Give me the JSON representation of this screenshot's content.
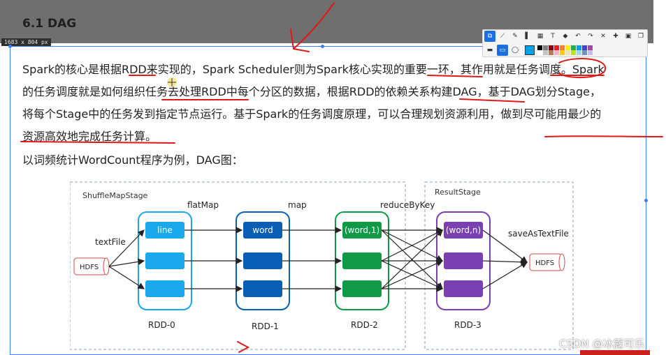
{
  "section_title": "6.1 DAG",
  "size_badge": "1683 x 804 px",
  "paragraph_lines": [
    "Spark的核心是根据RDD来实现的，Spark Scheduler则为Spark核心实现的重要一环，其作用就是任务调度。Spark",
    "的任务调度就是如何组织任务去处理RDD中每个分区的数据，根据RDD的依赖关系构建DAG，基于DAG划分Stage，",
    "将每个Stage中的任务发到指定节点运行。基于Spark的任务调度原理，可以合理规划资源利用，做到尽可能用最少的",
    "资源高效地完成任务计算。"
  ],
  "intro_line": "以词频统计WordCount程序为例，DAG图：",
  "toolbar": {
    "row1_icons": [
      "select-icon",
      "line-icon",
      "pen-icon",
      "marker-icon",
      "mosaic-icon",
      "text-icon",
      "eraser-icon",
      "undo-icon",
      "redo-icon",
      "close-icon",
      "pin-icon",
      "save-icon",
      "copy-icon"
    ],
    "row1_glyphs": [
      "⧉",
      "⟋",
      "✎",
      "▌",
      "▦",
      "T",
      "◆",
      "↶",
      "↷",
      "✕",
      "✚",
      "▣",
      "❐"
    ],
    "row2_glyphs": [
      "▬",
      "▭",
      "◯"
    ],
    "colors": [
      "#000000",
      "#7f7f7f",
      "#880015",
      "#ed1c24",
      "#ff7f27",
      "#fff200",
      "#22b14c",
      "#00a2e8",
      "#3f48cc",
      "#a349a4",
      "#ffffff",
      "#c3c3c3",
      "#b97a57",
      "#ffaec9",
      "#ffc90e",
      "#efe4b0",
      "#b5e61d",
      "#99d9ea",
      "#7092be",
      "#c8bfe7"
    ],
    "selected_color": "#00a2e8"
  },
  "diagram": {
    "stage1_label": "ShuffleMapStage",
    "stage2_label": "ResultStage",
    "op_textfile": "textFile",
    "op_flatmap": "flatMap",
    "op_map": "map",
    "op_reducebykey": "reduceByKey",
    "op_saveastextfile": "saveAsTextFile",
    "hdfs_in": "HDFS",
    "hdfs_out": "HDFS",
    "rdd0_label": "RDD-0",
    "rdd1_label": "RDD-1",
    "rdd2_label": "RDD-2",
    "rdd3_label": "RDD-3",
    "rdd0_first": "line",
    "rdd1_first": "word",
    "rdd2_first": "(word,1)",
    "rdd3_first": "(word,n)",
    "rdd0_color": "#1aa7ec",
    "rdd1_color": "#0a5fb4",
    "rdd2_color": "#109a47",
    "rdd3_color": "#7a3fb0"
  },
  "watermark": "CSDN @冰露可乐",
  "annotation_color": "#e01818"
}
